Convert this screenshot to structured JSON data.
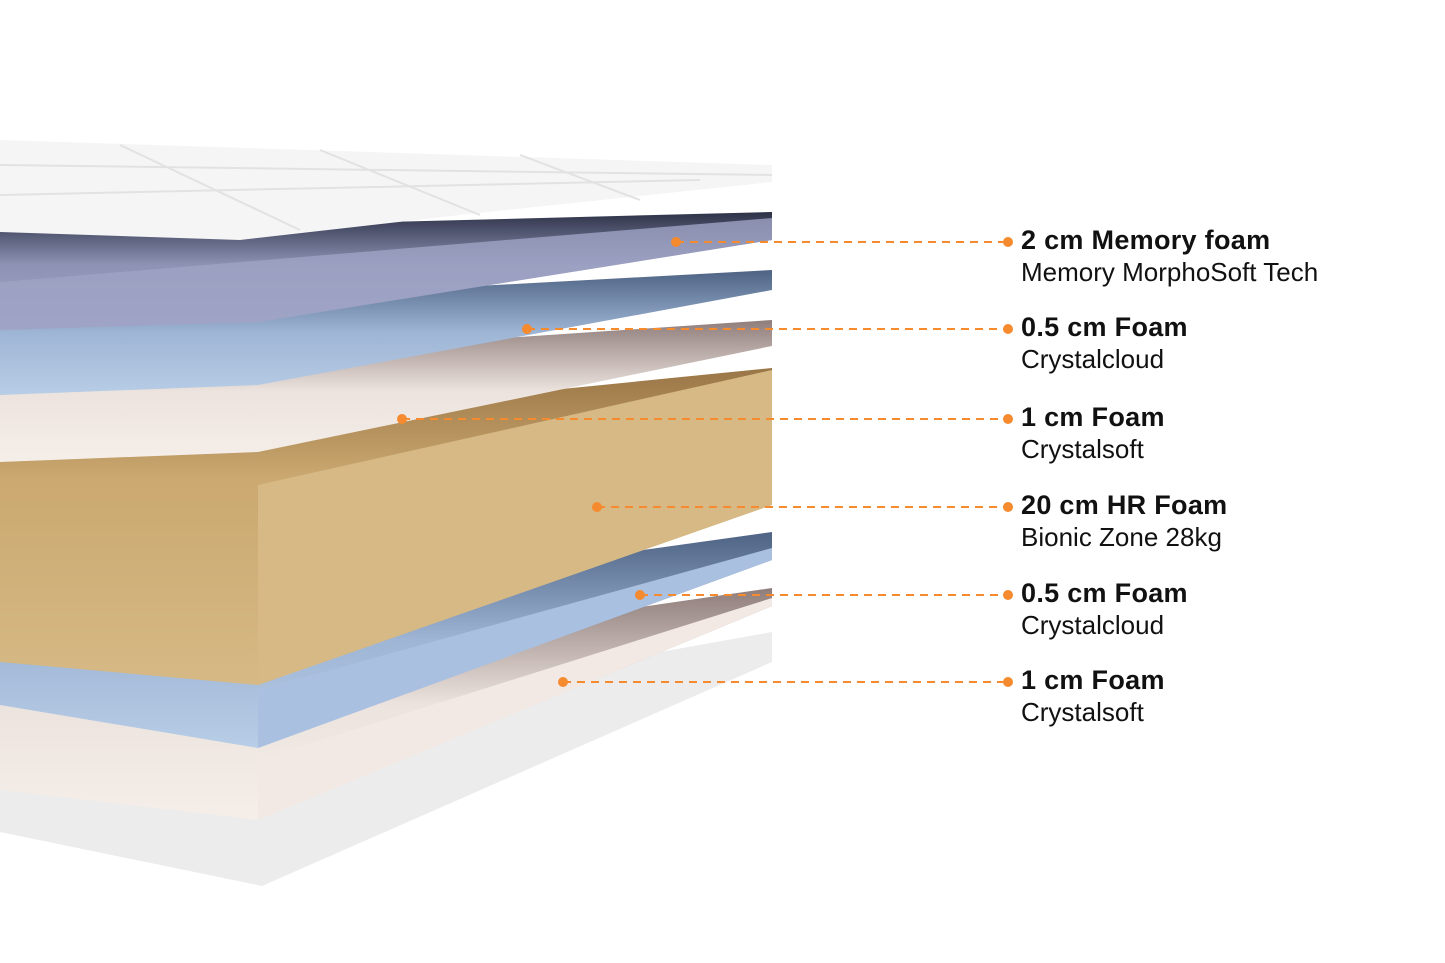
{
  "accent_color": "#f58a2e",
  "layers": [
    {
      "title": "2 cm Memory foam",
      "subtitle": "Memory MorphoSoft Tech",
      "color": "#9fa4c6"
    },
    {
      "title": "0.5 cm Foam",
      "subtitle": "Crystalcloud",
      "color": "#b4c9e2"
    },
    {
      "title": "1 cm Foam",
      "subtitle": "Crystalsoft",
      "color": "#f3ebe6"
    },
    {
      "title": "20 cm HR Foam",
      "subtitle": "Bionic Zone 28kg",
      "color": "#d3b47e"
    },
    {
      "title": "0.5 cm Foam",
      "subtitle": "Crystalcloud",
      "color": "#a9bfe0"
    },
    {
      "title": "1 cm Foam",
      "subtitle": "Crystalsoft",
      "color": "#f3e9e4"
    }
  ]
}
